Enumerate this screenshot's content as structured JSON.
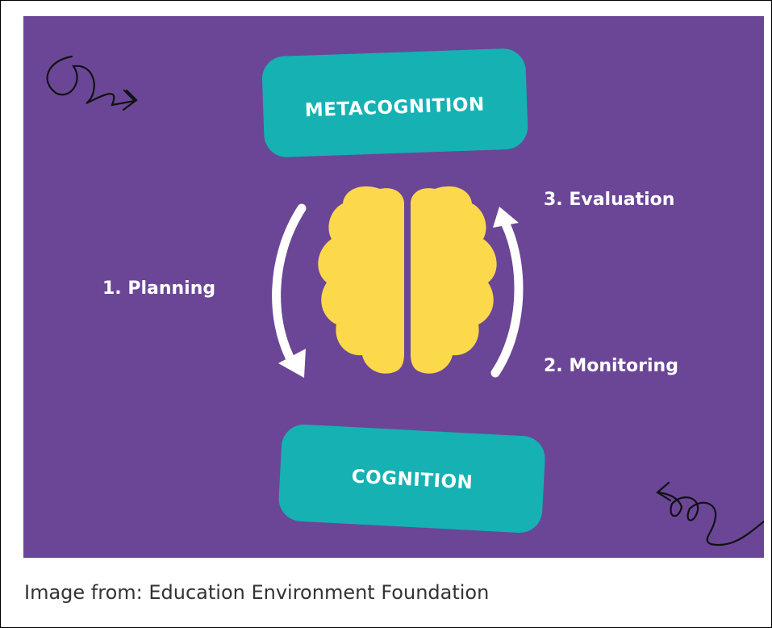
{
  "diagram": {
    "top_box": "METACOGNITION",
    "bottom_box": "COGNITION",
    "steps": {
      "planning": "1. Planning",
      "monitoring": "2. Monitoring",
      "evaluation": "3. Evaluation"
    }
  },
  "caption": "Image from: Education Environment Foundation",
  "colors": {
    "background": "#6b4696",
    "box": "#16b1b3",
    "brain": "#fcd94a",
    "arrow": "#ffffff"
  }
}
